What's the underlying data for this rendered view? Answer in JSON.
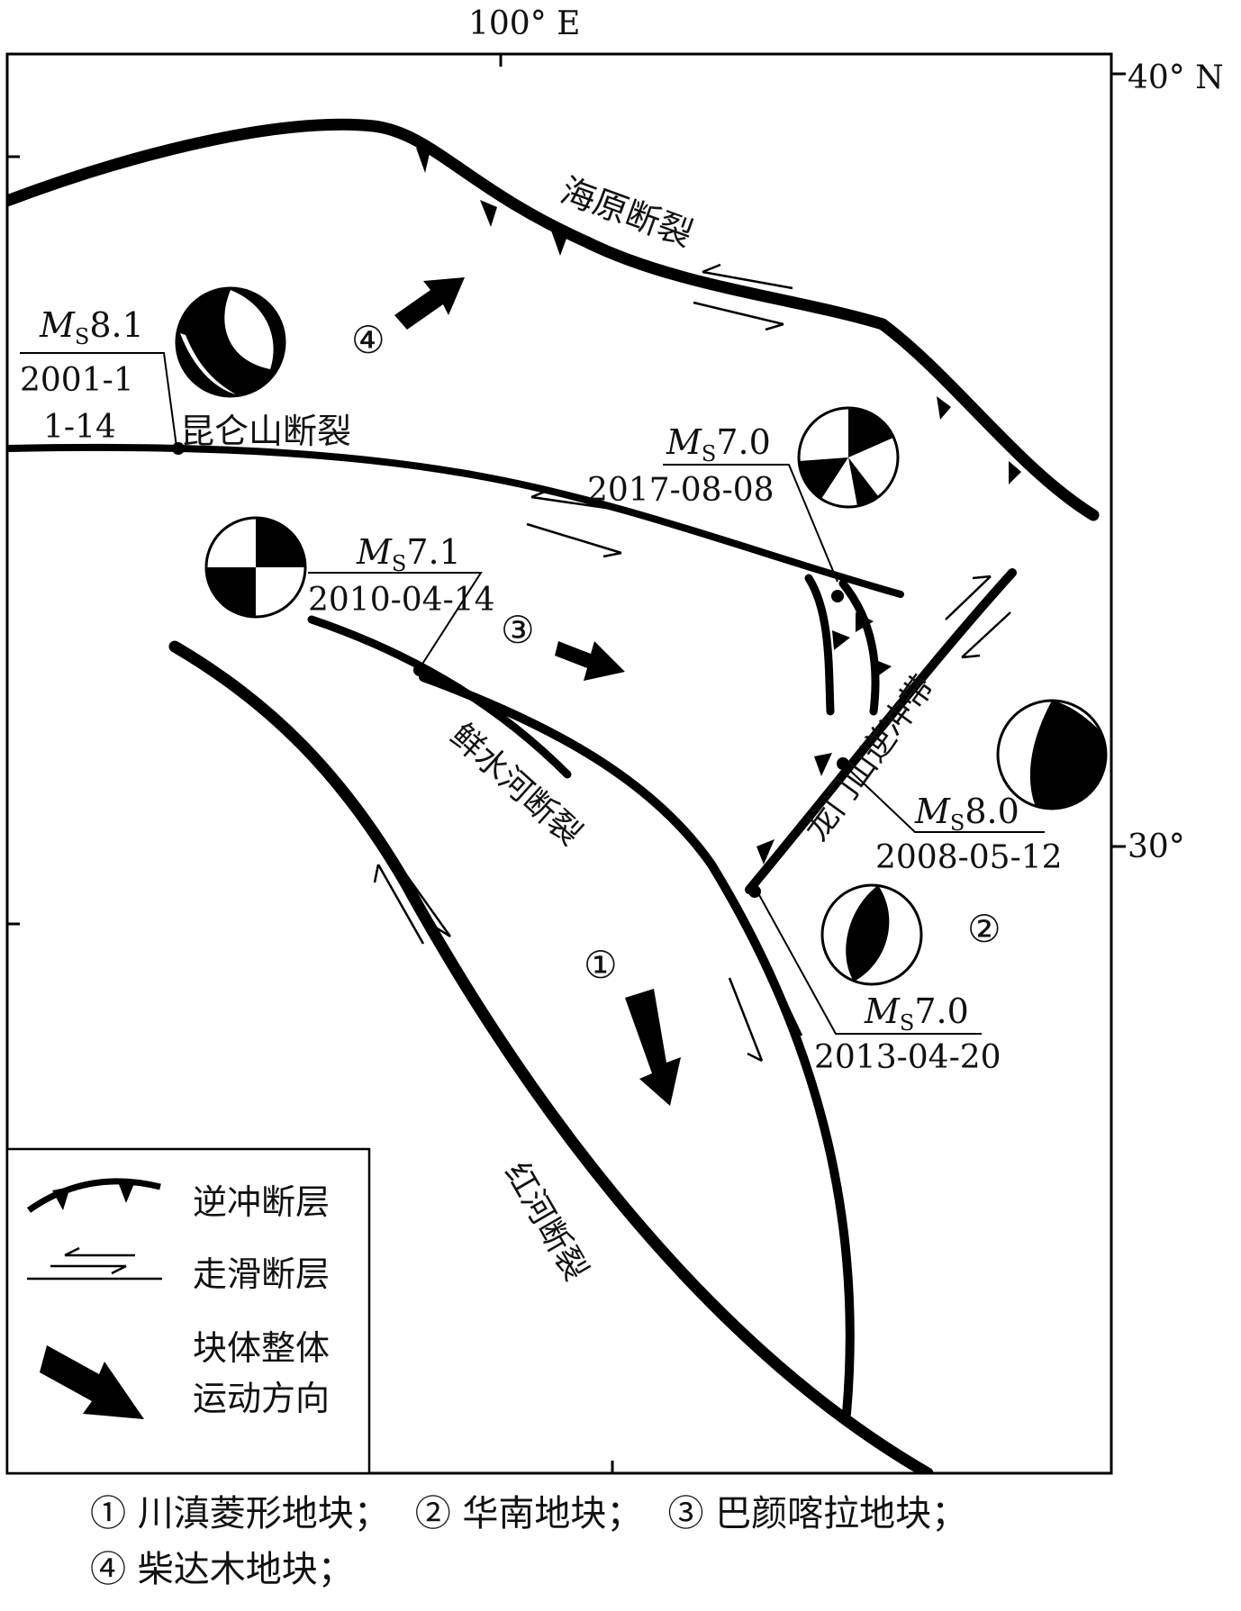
{
  "axes": {
    "lon_label": "100° E",
    "lat_top_label": "40° N",
    "lat_mid_label": "30°"
  },
  "faults": {
    "haiyuan": "海原断裂",
    "kunlun": "昆仑山断裂",
    "xianshuihe": "鲜水河断裂",
    "longmenshan": "龙门山逆冲带",
    "honghe": "红河断裂"
  },
  "blocks": {
    "b1": "①",
    "b2": "②",
    "b3": "③",
    "b4": "④"
  },
  "earthquakes": [
    {
      "mag_prefix": "M",
      "mag_sub": "S",
      "mag_value": "8.1",
      "date_line1": "2001-1",
      "date_line2": "1-14"
    },
    {
      "mag_prefix": "M",
      "mag_sub": "S",
      "mag_value": "7.0",
      "date": "2017-08-08"
    },
    {
      "mag_prefix": "M",
      "mag_sub": "S",
      "mag_value": "7.1",
      "date": "2010-04-14"
    },
    {
      "mag_prefix": "M",
      "mag_sub": "S",
      "mag_value": "8.0",
      "date": "2008-05-12"
    },
    {
      "mag_prefix": "M",
      "mag_sub": "S",
      "mag_value": "7.0",
      "date": "2013-04-20"
    }
  ],
  "legend": {
    "thrust": "逆冲断层",
    "strike_slip": "走滑断层",
    "motion_line1": "块体整体",
    "motion_line2": "运动方向"
  },
  "caption": {
    "item1": "① 川滇菱形地块；",
    "item2": "② 华南地块；",
    "item3": "③ 巴颜喀拉地块；",
    "item4": "④ 柴达木地块；"
  }
}
